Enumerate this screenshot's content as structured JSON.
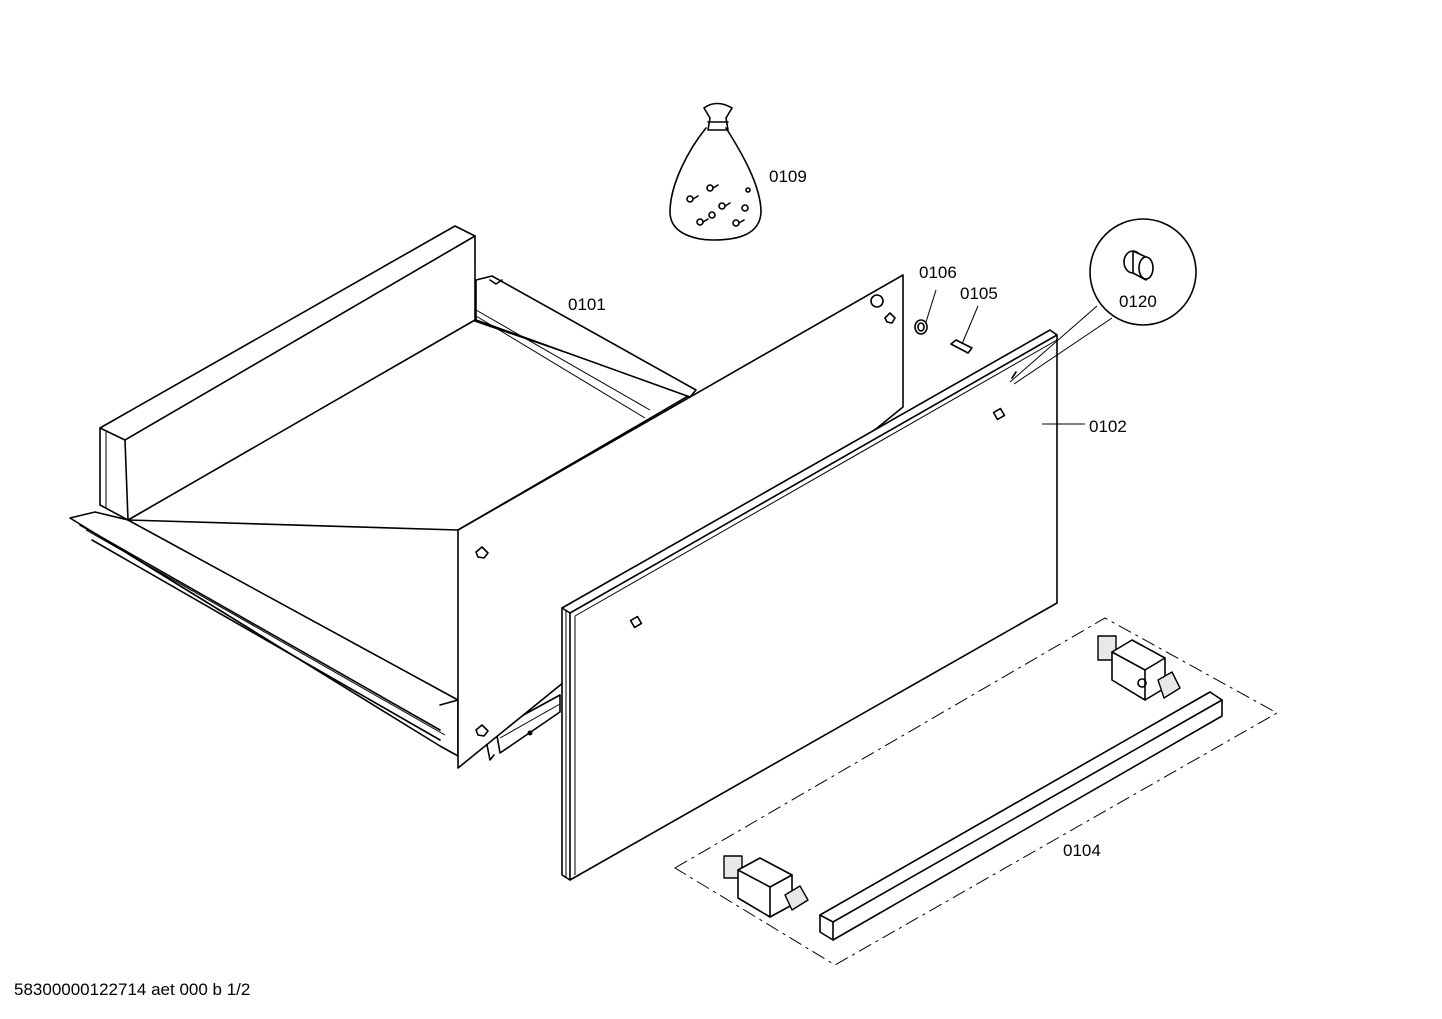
{
  "parts": {
    "p0101": "0101",
    "p0102": "0102",
    "p0104": "0104",
    "p0105": "0105",
    "p0106": "0106",
    "p0109": "0109",
    "p0120": "0120"
  },
  "footer": "58300000122714 aet 000 b 1/2"
}
